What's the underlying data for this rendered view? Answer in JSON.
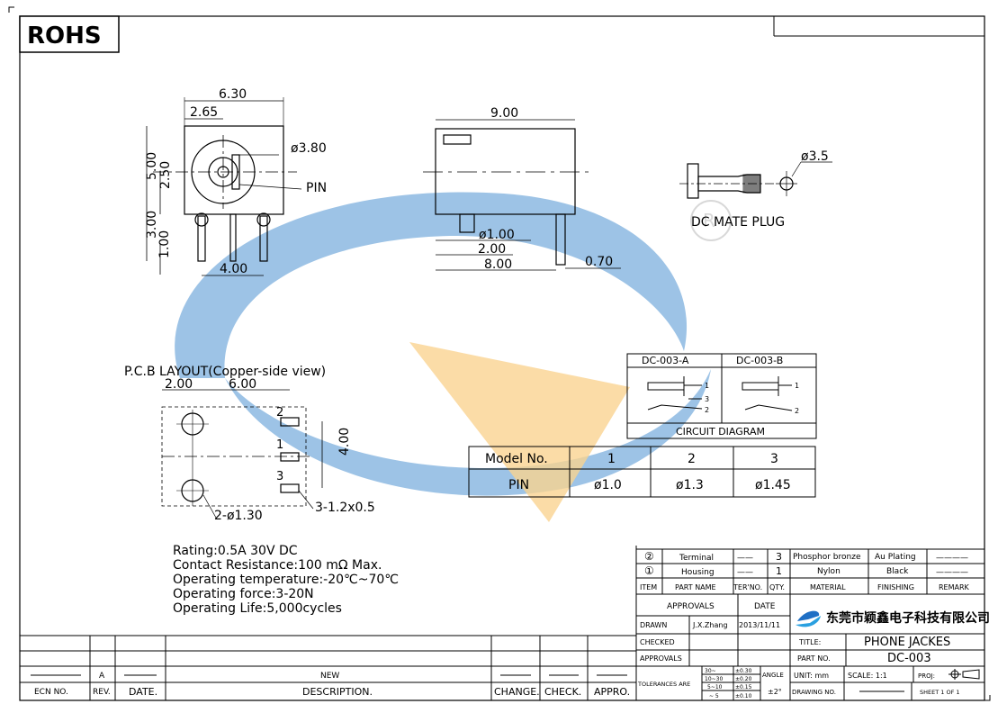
{
  "badge": "ROHS",
  "front_view": {
    "dims": {
      "width_top": "6.30",
      "offset_top": "2.65",
      "height_left": "5.00",
      "half_left": "2.50",
      "pin_len": "3.00",
      "pin_tail": "1.00",
      "pin_span": "4.00",
      "hole_dia": "ø3.80"
    },
    "pin_label": "PIN"
  },
  "side_view": {
    "dims": {
      "length": "9.00",
      "pin_dia": "ø1.00",
      "pin_offset": "2.00",
      "body_len": "8.00",
      "pin_thick": "0.70"
    }
  },
  "plug": {
    "label": "DC MATE PLUG",
    "dia": "ø3.5"
  },
  "pcb": {
    "title": "P.C.B LAYOUT(Copper-side view)",
    "dims": {
      "left": "2.00",
      "span": "6.00",
      "height": "4.00",
      "holes": "2-ø1.30",
      "slots": "3-1.2x0.5"
    },
    "pin_numbers": [
      "2",
      "1",
      "3"
    ]
  },
  "circuit": {
    "col_a": "DC-003-A",
    "col_b": "DC-003-B",
    "caption": "CIRCUIT DIAGRAM",
    "pins": [
      "1",
      "2",
      "3"
    ]
  },
  "model_table": {
    "header": [
      "Model No.",
      "1",
      "2",
      "3"
    ],
    "row": [
      "PIN",
      "ø1.0",
      "ø1.3",
      "ø1.45"
    ]
  },
  "specs": [
    "Rating:0.5A 30V DC",
    "Contact Resistance:100 mΩ Max.",
    "Operating temperature:-20℃~70℃",
    "Operating force:3-20N",
    "Operating Life:5,000cycles"
  ],
  "revision_block": {
    "row_values": [
      "A",
      "NEW"
    ],
    "headers": [
      "ECN NO.",
      "REV.",
      "DATE.",
      "DESCRIPTION.",
      "CHANGE.",
      "CHECK.",
      "APPRO."
    ]
  },
  "bom": {
    "rows": [
      {
        "item": "②",
        "part": "Terminal",
        "no": "——",
        "qty": "3",
        "material": "Phosphor bronze",
        "finishing": "Au Plating",
        "remark": "————"
      },
      {
        "item": "①",
        "part": "Housing",
        "no": "——",
        "qty": "1",
        "material": "Nylon",
        "finishing": "Black",
        "remark": "————"
      }
    ],
    "header": {
      "item": "ITEM",
      "part": "PART NAME",
      "no": "TER'NO.",
      "qty": "QTY.",
      "material": "MATERIAL",
      "finishing": "FINISHING",
      "remark": "REMARK"
    }
  },
  "title_block": {
    "approvals": "APPROVALS",
    "date_label": "DATE",
    "drawn": "DRAWN",
    "drawn_by": "J.X.Zhang",
    "drawn_date": "2013/11/11",
    "checked": "CHECKED",
    "approvals2": "APPROVALS",
    "company": "东莞市颖鑫电子科技有限公司",
    "title_label": "TITLE:",
    "title_value": "PHONE JACKES",
    "part_no_label": "PART NO.",
    "part_no_value": "DC-003",
    "tol_label": "TOLERANCES ARE",
    "tol_ranges": [
      "30~",
      "10~30",
      "5~10",
      "~ 5"
    ],
    "tol_values": [
      "±0.30",
      "±0.20",
      "±0.15",
      "±0.10"
    ],
    "angle_label": "ANGLE",
    "angle_value": "±2°",
    "unit": "UNIT: mm",
    "scale": "SCALE:  1:1",
    "proj": "PROJ:",
    "drawing_no": "DRAWING NO.",
    "drawing_no_value": "————",
    "sheet": "SHEET  1 OF 1"
  }
}
